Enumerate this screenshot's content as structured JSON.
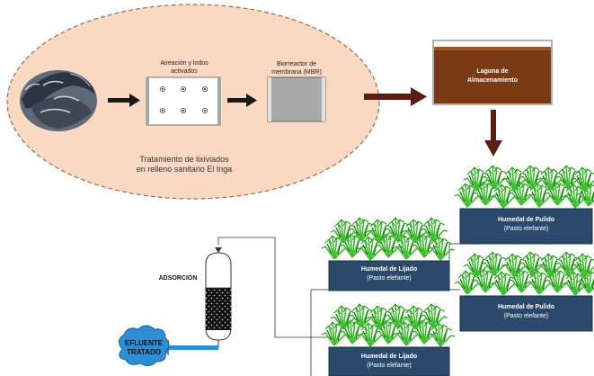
{
  "treatment": {
    "caption_line1": "Tratamiento de lixiviados",
    "caption_line2": "en relleno sanitario El Inga"
  },
  "aeration": {
    "label_line1": "Aireación y lodos",
    "label_line2": "activados"
  },
  "mbr": {
    "label_line1": "Biorreactor de",
    "label_line2": "membrana (MBR)"
  },
  "laguna": {
    "label_line1": "Laguna de",
    "label_line2": "Almacenamiento"
  },
  "wetlands": {
    "pulido_title": "Humedal de Pulido",
    "lijado_title": "Humedal de Lijado",
    "species": "(Pasto elefante)"
  },
  "adsorption": {
    "label": "ADSORCIÓN"
  },
  "effluent": {
    "label_line1": "EFLUENTE",
    "label_line2": "TRATADO"
  },
  "colors": {
    "ellipse_fill": "#f9d9c2",
    "ellipse_border": "#9b6a55",
    "laguna_fill": "#7a3a16",
    "wetland_fill": "#2b4a6b",
    "grass": "#3fbf2f",
    "arrow_dark": "#1a1a1a",
    "arrow_brown": "#5a1e14",
    "effluent_fill": "#2c8fd6"
  }
}
